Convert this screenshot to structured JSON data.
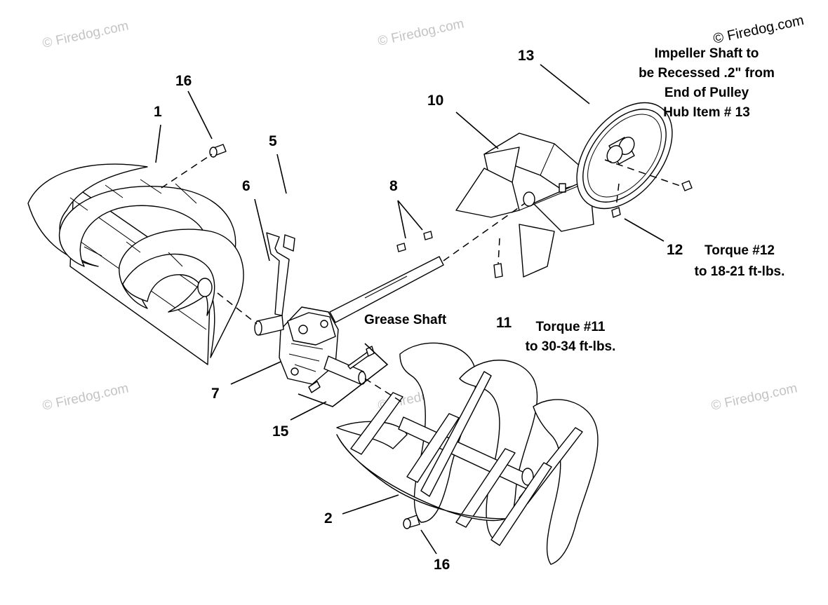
{
  "watermark": "© Firedog.com",
  "callouts": {
    "c1": "1",
    "c2": "2",
    "c5": "5",
    "c6": "6",
    "c7": "7",
    "c8": "8",
    "c10": "10",
    "c11": "11",
    "c12": "12",
    "c13": "13",
    "c15": "15",
    "c16_top": "16",
    "c16_bottom": "16"
  },
  "notes": {
    "grease_shaft": "Grease Shaft",
    "impeller_line1": "Impeller Shaft to",
    "impeller_line2": "be Recessed .2\" from",
    "impeller_line3": "End of Pulley",
    "impeller_line4": "Hub Item # 13",
    "torque11_line1": "Torque #11",
    "torque11_line2": "to 30-34 ft-lbs.",
    "torque12_line1": "Torque #12",
    "torque12_line2": "to 18-21 ft-lbs."
  }
}
